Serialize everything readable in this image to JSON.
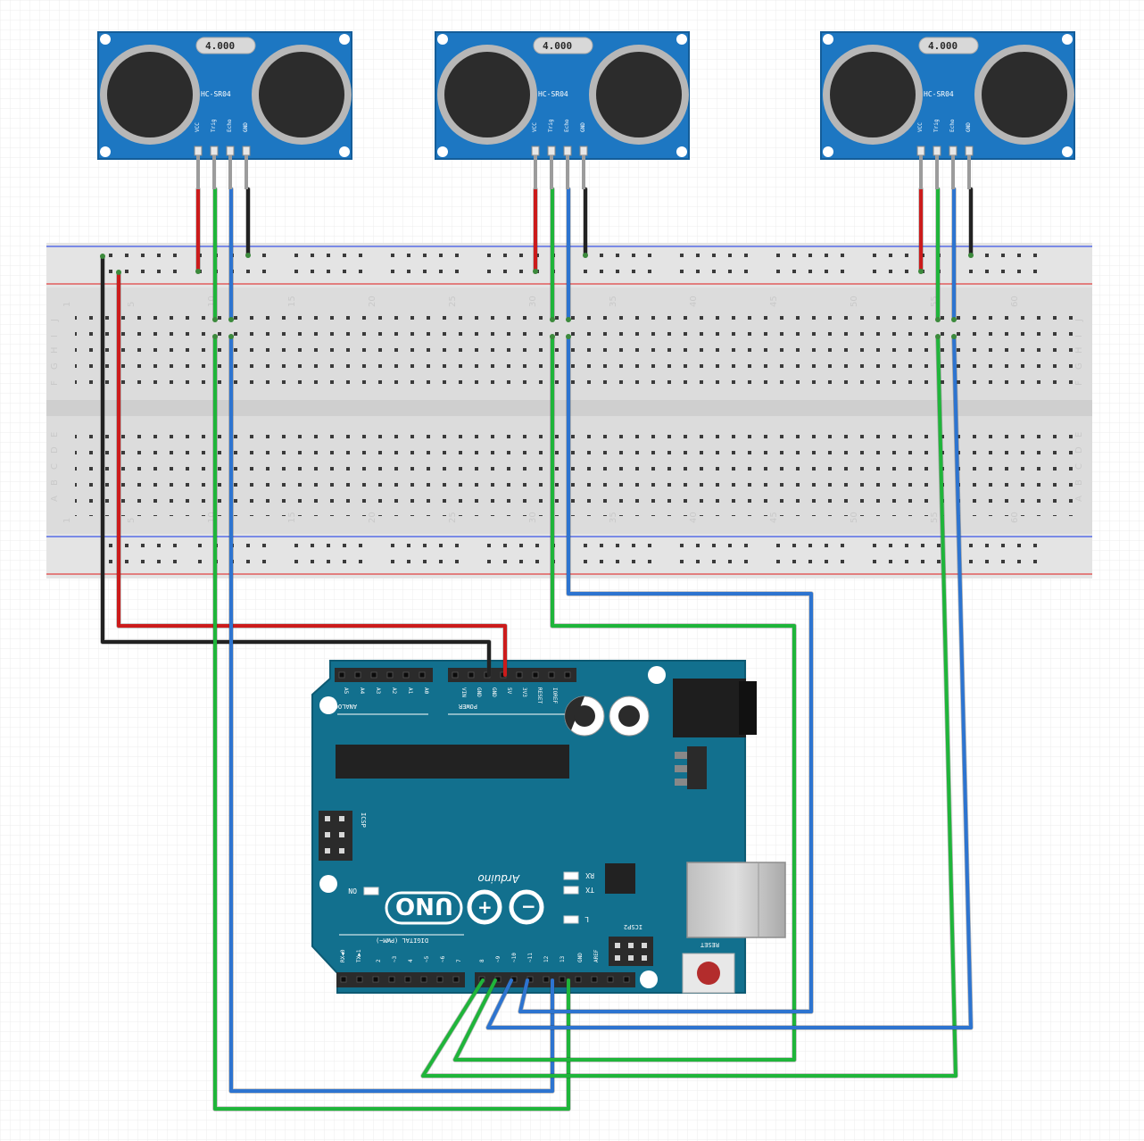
{
  "sensors": [
    {
      "name": "HC-SR04",
      "crystal": "4.000",
      "pins": [
        "VCC",
        "Trig",
        "Echo",
        "GND"
      ]
    },
    {
      "name": "HC-SR04",
      "crystal": "4.000",
      "pins": [
        "VCC",
        "Trig",
        "Echo",
        "GND"
      ]
    },
    {
      "name": "HC-SR04",
      "crystal": "4.000",
      "pins": [
        "VCC",
        "Trig",
        "Echo",
        "GND"
      ]
    }
  ],
  "breadboard": {
    "column_numbers": [
      "1",
      "5",
      "10",
      "15",
      "20",
      "25",
      "30",
      "35",
      "40",
      "45",
      "50",
      "55",
      "60"
    ],
    "row_letters_top": [
      "J",
      "I",
      "H",
      "G",
      "F"
    ],
    "row_letters_bottom": [
      "E",
      "D",
      "C",
      "B",
      "A"
    ]
  },
  "arduino": {
    "brand": "Arduino",
    "model": "UNO",
    "analog_header_label": "ANALOG IN",
    "analog_pins": [
      "A0",
      "A1",
      "A2",
      "A3",
      "A4",
      "A5"
    ],
    "power_header_label": "POWER",
    "power_pins": [
      "IOREF",
      "RESET",
      "3V3",
      "5V",
      "GND",
      "GND",
      "VIN"
    ],
    "digital_header_label": "DIGITAL (PWM~)",
    "digital_pins": [
      "AREF",
      "GND",
      "13",
      "12",
      "~11",
      "~10",
      "~9",
      "8",
      "7",
      "~6",
      "~5",
      "4",
      "~3",
      "2",
      "TX▶1",
      "RX◀0"
    ],
    "icsp_labels": [
      "ICSP",
      "ICSP2"
    ],
    "leds": [
      "L",
      "TX",
      "RX",
      "ON"
    ],
    "reset_label": "RESET"
  },
  "wire_colors": {
    "power": "#cc1b1b",
    "ground": "#222222",
    "trig": "#1fb53a",
    "echo": "#2d74d0"
  }
}
